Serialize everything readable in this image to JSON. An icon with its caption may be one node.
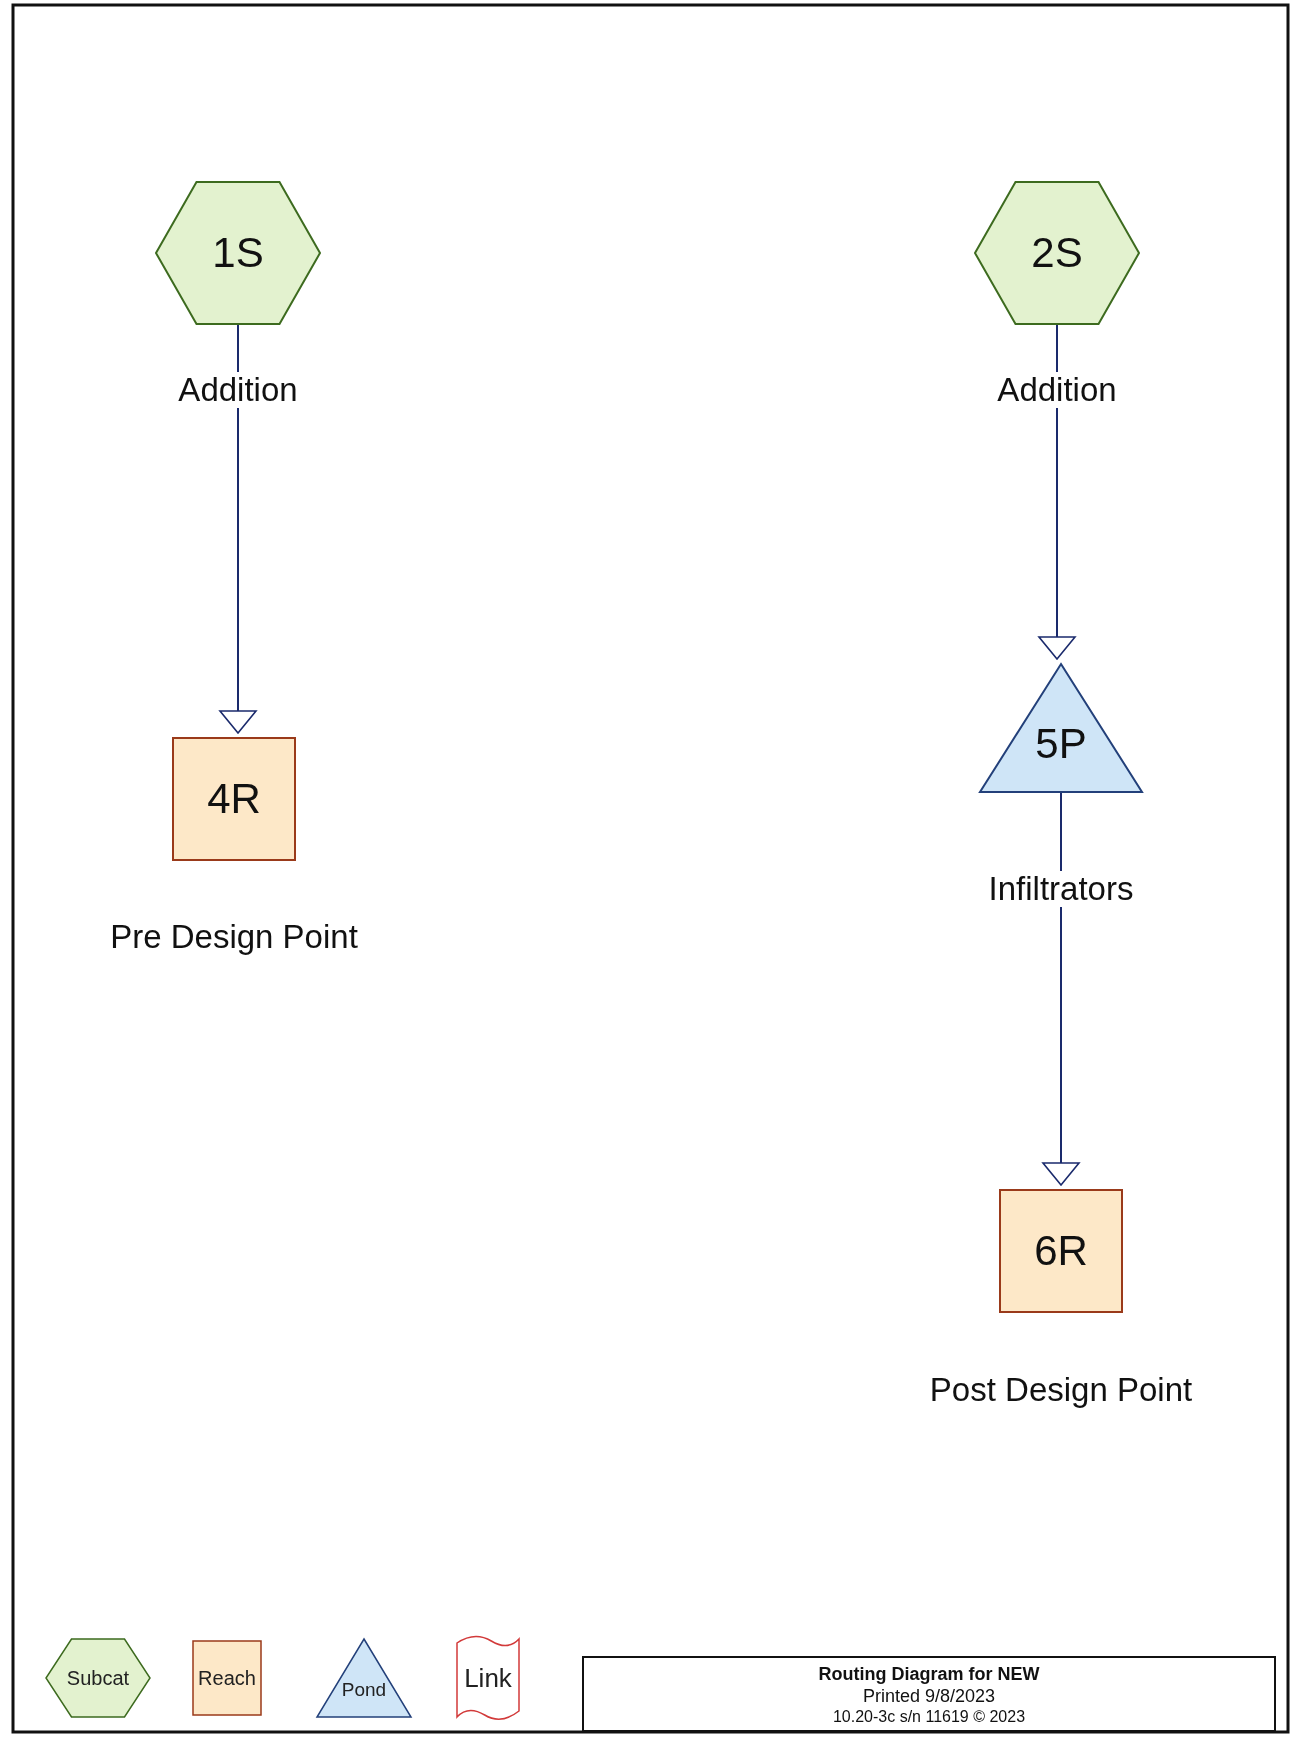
{
  "diagram": {
    "title": "Routing Diagram for NEW",
    "nodes": [
      {
        "text": [
          "1S"
        ],
        "beside": [
          "Addition"
        ]
      },
      {
        "text": [
          "2S"
        ],
        "beside": [
          "Addition"
        ]
      },
      {
        "text": [
          "5P"
        ],
        "beside": [
          "Infiltrators"
        ]
      },
      {
        "text": [
          "4R"
        ],
        "beside": [
          "Pre Design Point"
        ]
      },
      {
        "text": [
          "6R"
        ],
        "beside": [
          "Post Design Point"
        ]
      }
    ],
    "edges": [
      {
        "from": 0,
        "to": 3,
        "arrow": "to"
      },
      {
        "from": 1,
        "to": 2,
        "arrow": "to"
      },
      {
        "from": 2,
        "to": 4,
        "arrow": "to"
      }
    ],
    "labels": [
      "Printed 9/8/2023",
      "10.20-3c  s/n 11619  © 2023"
    ],
    "legend": [
      {
        "text": "Subcat"
      },
      {
        "text": "Reach"
      },
      {
        "text": "Pond"
      },
      {
        "text": "Link"
      }
    ]
  }
}
